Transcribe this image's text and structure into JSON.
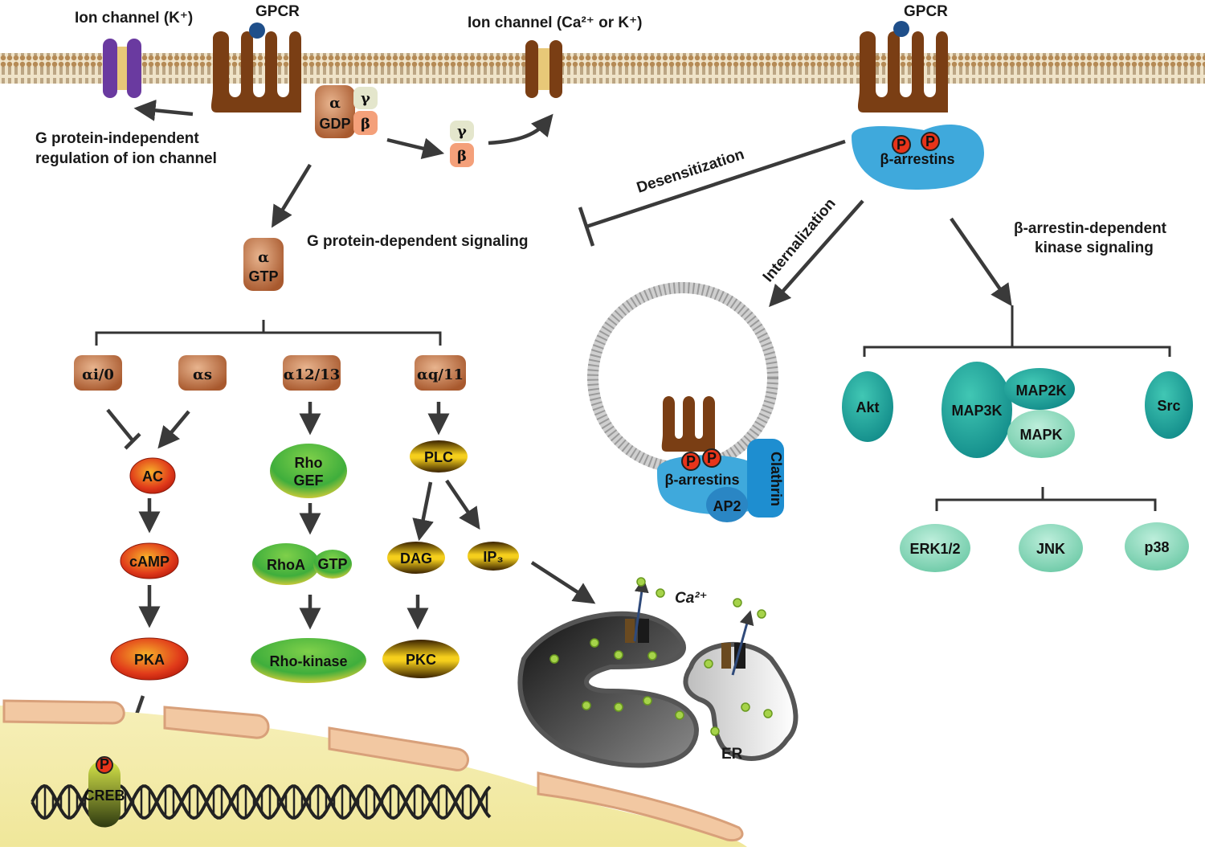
{
  "labels": {
    "ion_channel_k": "Ion channel (K⁺)",
    "gpcr_left": "GPCR",
    "gpcr_right": "GPCR",
    "ion_channel_ca_k": "Ion channel (Ca²⁺ or K⁺)",
    "g_independent_line1": "G protein-independent",
    "g_independent_line2": "regulation of ion channel",
    "g_dependent": "G protein-dependent signaling",
    "desensitization": "Desensitization",
    "internalization": "Internalization",
    "arrestin_kinase_line1": "β-arrestin-dependent",
    "arrestin_kinase_line2": "kinase signaling",
    "ca": "Ca²⁺",
    "er": "ER"
  },
  "molecules": {
    "alpha": "α",
    "gdp": "GDP",
    "gamma": "γ",
    "beta": "β",
    "gtp": "GTP",
    "alpha_i0": "αi/0",
    "alpha_s": "αs",
    "alpha_1213": "α12/13",
    "alpha_q11": "αq/11",
    "ac": "AC",
    "camp": "cAMP",
    "pka": "PKA",
    "rho_gef_1": "Rho",
    "rho_gef_2": "GEF",
    "rhoa": "RhoA",
    "rhoa_gtp": "GTP",
    "rho_kinase": "Rho-kinase",
    "plc": "PLC",
    "dag": "DAG",
    "ip3": "IP₃",
    "pkc": "PKC",
    "creb": "CREB",
    "phospho": "P",
    "arrestins": "β-arrestins",
    "arrestins_small": "β-arrestins",
    "ap2": "AP2",
    "clathrin": "Clathrin",
    "akt": "Akt",
    "map3k": "MAP3K",
    "map2k": "MAP2K",
    "mapk": "MAPK",
    "src": "Src",
    "erk": "ERK1/2",
    "jnk": "JNK",
    "p38": "p38"
  },
  "colors": {
    "membrane": "#c9a06a",
    "gpcr": "#7a3e14",
    "g_protein": "#b36a40",
    "arrestin": "#3fa9dc",
    "kinase_dark": "#1a9e98",
    "kinase_light": "#7fd3b5",
    "red_node": "#e03a1a",
    "green_node": "#49b348",
    "gold_node": "#e0b010",
    "ca_dot": "#9acd32",
    "nucleus": "#f3ecb0"
  }
}
